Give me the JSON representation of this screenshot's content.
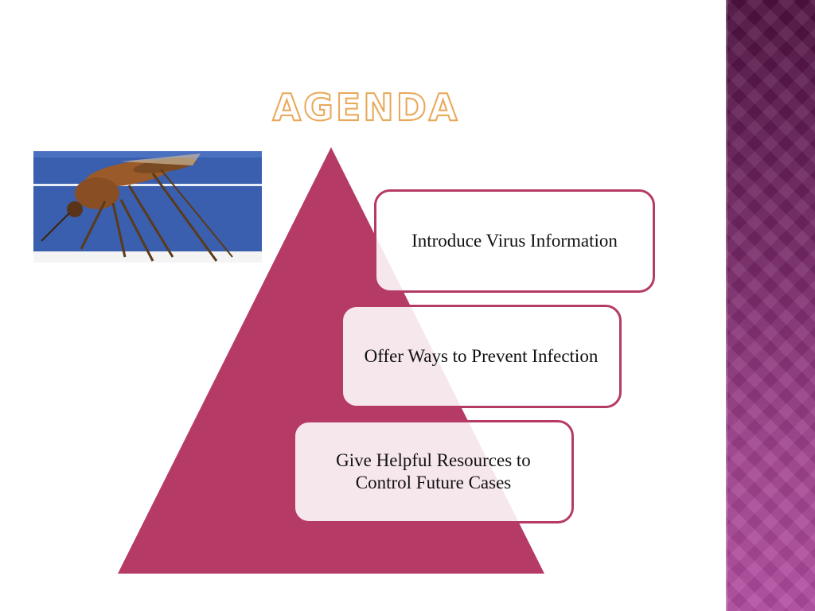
{
  "slide": {
    "title": "AGENDA",
    "photo_description_icon": "mosquito-photo",
    "items": [
      {
        "text": "Introduce Virus Information"
      },
      {
        "text": "Offer Ways to Prevent Infection"
      },
      {
        "text": "Give Helpful Resources to Control Future Cases"
      }
    ]
  },
  "colors": {
    "pyramid": "#b53b66",
    "box_border": "#b53b66",
    "title_stroke": "#e8a85a",
    "side_band_top": "#4e1140",
    "side_band_bottom": "#b24ca0"
  }
}
